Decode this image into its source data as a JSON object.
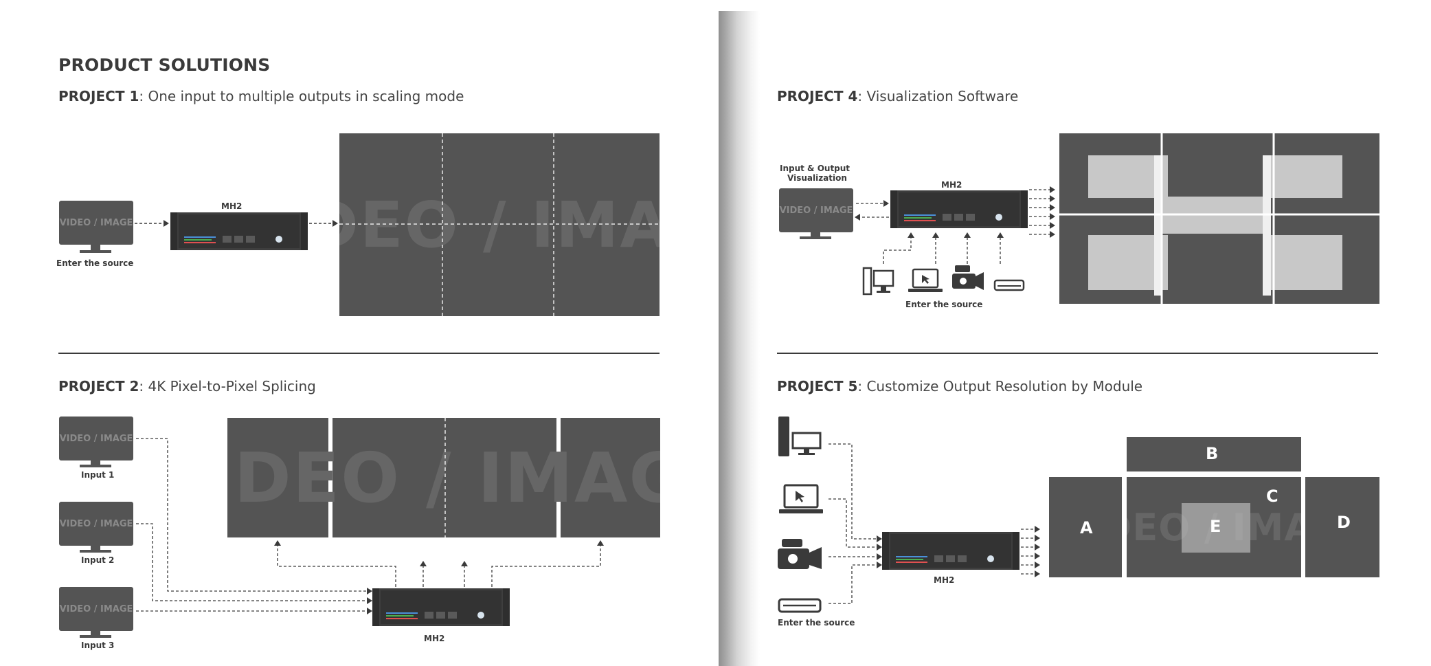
{
  "section_heading": "PRODUCT SOLUTIONS",
  "device_name": "MH2",
  "watermark": "VIDEO / IMAGE",
  "source_watermark": "VIDEO / IMAGE",
  "enter_source": "Enter the source",
  "project1": {
    "label": "PROJECT 1",
    "title": ": One input to multiple outputs in scaling mode"
  },
  "project2": {
    "label": "PROJECT 2",
    "title": ": 4K Pixel-to-Pixel Splicing",
    "inputs": [
      "Input 1",
      "Input 2",
      "Input 3"
    ]
  },
  "project4": {
    "label": "PROJECT 4",
    "title": ": Visualization Software",
    "visualization_label_line1": "Input & Output",
    "visualization_label_line2": "Visualization"
  },
  "project5": {
    "label": "PROJECT 5",
    "title": ": Customize Output Resolution by Module",
    "modules": [
      "A",
      "B",
      "C",
      "D",
      "E"
    ]
  },
  "colors": {
    "screen": "#545454",
    "text": "#3a3a3a",
    "panel_light": "#c8c8c8"
  }
}
